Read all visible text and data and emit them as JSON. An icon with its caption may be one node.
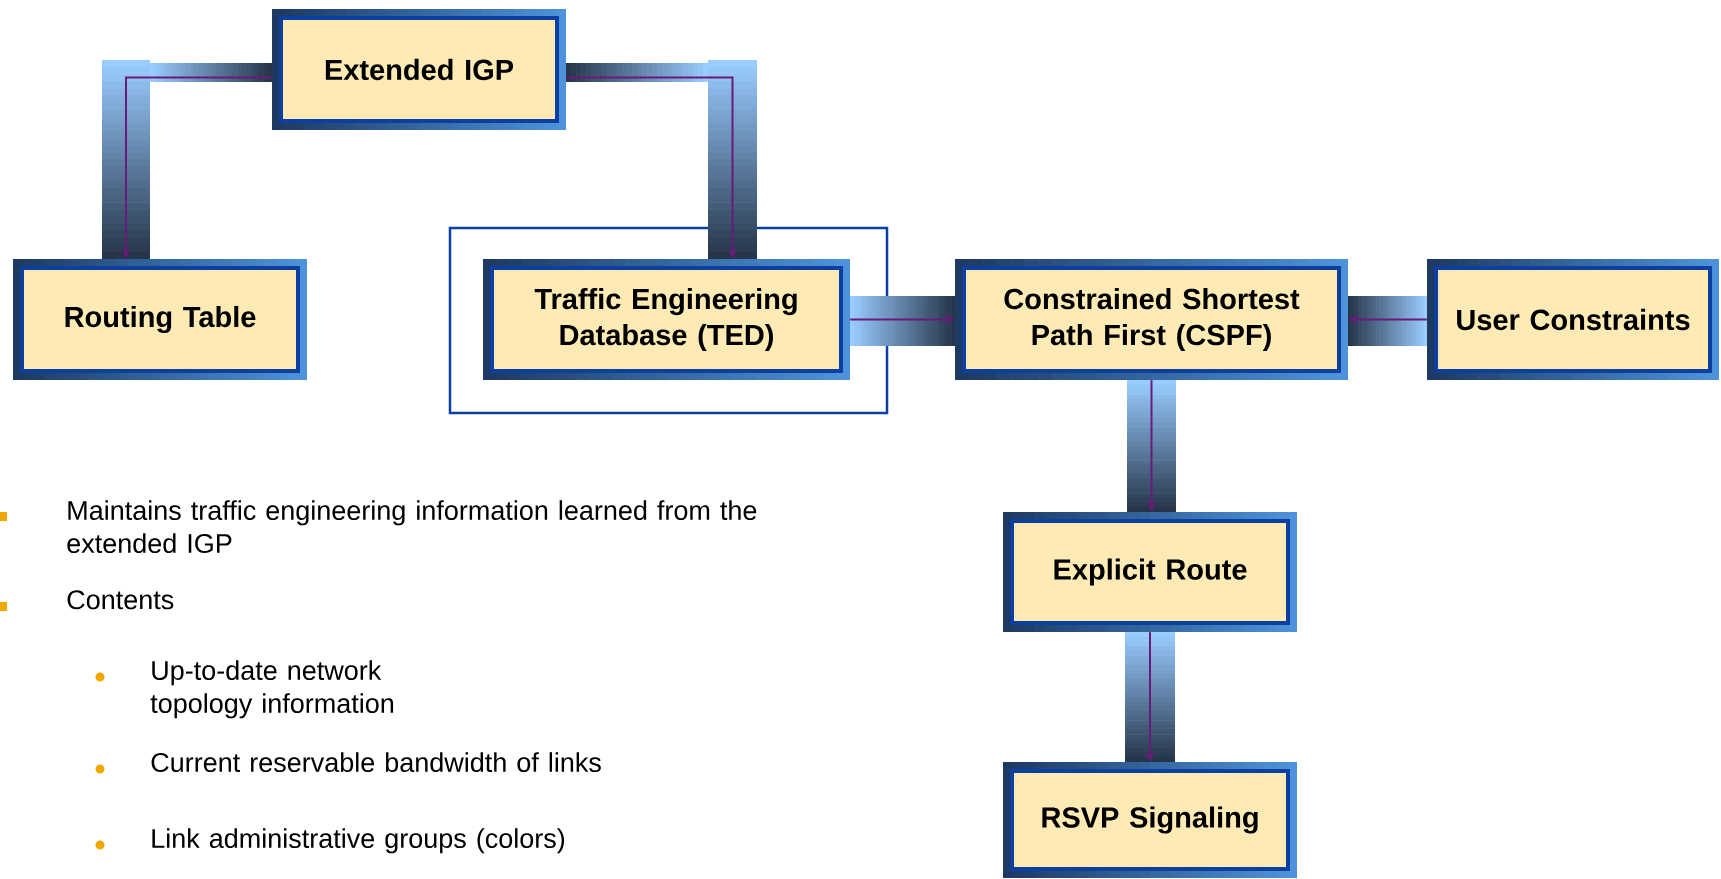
{
  "diagram": {
    "nodes": [
      {
        "text": [
          "Extended IGP"
        ]
      },
      {
        "text": [
          "Routing Table"
        ]
      },
      {
        "text": [],
        "shape": "box"
      },
      {
        "text": [
          "Traffic Engineering Database (TED)"
        ],
        "in": 2
      },
      {
        "text": [
          "Constrained Shortest Path First (CSPF)"
        ]
      },
      {
        "text": [
          "User Constraints"
        ]
      },
      {
        "text": [
          "Explicit Route"
        ]
      },
      {
        "text": [
          "RSVP Signaling"
        ]
      }
    ],
    "edges": [
      {
        "from": 0,
        "to": 1,
        "arrow": "to"
      },
      {
        "from": 0,
        "to": 3,
        "arrow": "to"
      },
      {
        "from": 3,
        "to": 4,
        "arrow": "to"
      },
      {
        "from": 5,
        "to": 4,
        "arrow": "to"
      },
      {
        "from": 4,
        "to": 6,
        "arrow": "to"
      },
      {
        "from": 6,
        "to": 7,
        "arrow": "to"
      }
    ],
    "labels": [
      "Maintains traffic engineering information learned from the extended IGP",
      "Contents",
      "Up-to-date network topology information",
      "Current reservable bandwidth of links",
      "Link administrative groups (colors)"
    ]
  }
}
